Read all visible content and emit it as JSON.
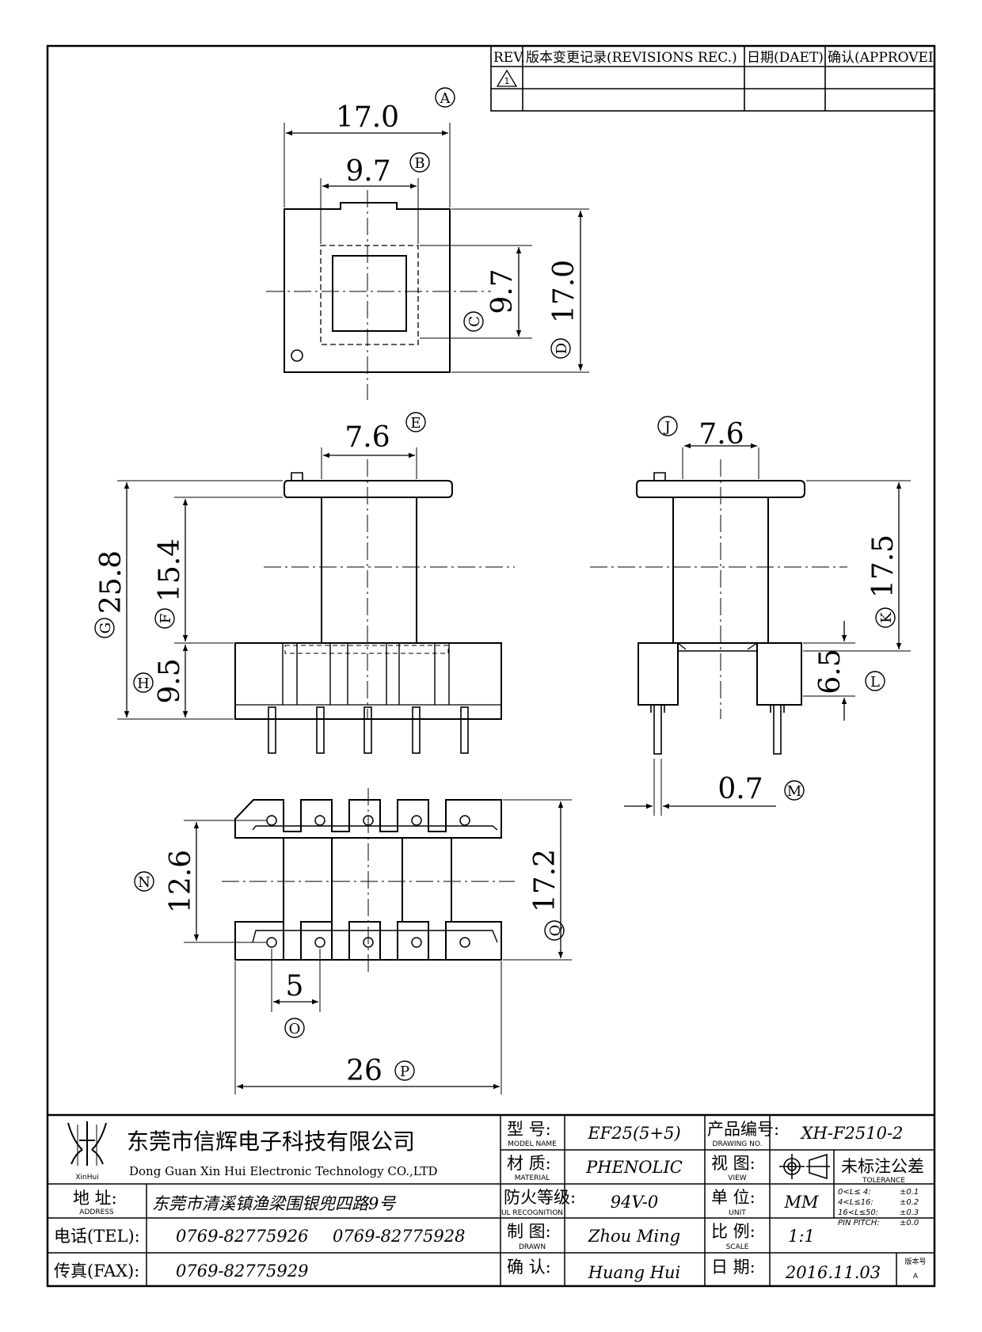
{
  "revision_table": {
    "rev_header": "REV.",
    "record_header": "版本变更记录(REVISIONS REC.)",
    "date_header": "日期(DAET)",
    "approve_header": "确认(APPROVEI",
    "rev_mark": "1"
  },
  "dimensions": {
    "top_width": "17.0",
    "top_width_tag": "A",
    "top_inner_width": "9.7",
    "top_inner_width_tag": "B",
    "top_inner_height": "9.7",
    "top_inner_height_tag": "C",
    "top_height": "17.0",
    "top_height_tag": "D",
    "front_core_width": "7.6",
    "front_core_width_tag": "E",
    "front_winding_height": "15.4",
    "front_winding_height_tag": "F",
    "front_total_height": "25.8",
    "front_total_height_tag": "G",
    "front_base_height": "9.5",
    "front_base_height_tag": "H",
    "side_core_width": "7.6",
    "side_core_width_tag": "J",
    "side_winding_height": "17.5",
    "side_winding_height_tag": "K",
    "side_base_height": "6.5",
    "side_base_height_tag": "L",
    "pin_diameter": "0.7",
    "pin_diameter_tag": "M",
    "bottom_row_spacing": "12.6",
    "bottom_row_spacing_tag": "N",
    "bottom_pin_pitch": "5",
    "bottom_pin_pitch_tag": "O",
    "bottom_total_width": "26",
    "bottom_total_width_tag": "P",
    "bottom_total_depth": "17.2",
    "bottom_total_depth_tag": "Q"
  },
  "title_block": {
    "company_cn": "东莞市信辉电子科技有限公司",
    "company_en": "Dong Guan Xin Hui Electronic Technology CO.,LTD",
    "logo_text": "XinHui",
    "address_label": "地  址:",
    "address_label_en": "ADDRESS",
    "address": "东莞市清溪镇渔梁围银兜四路9号",
    "tel_label": "电话(TEL):",
    "tel1": "0769-82775926",
    "tel2": "0769-82775928",
    "fax_label": "传真(FAX):",
    "fax": "0769-82775929",
    "model_label": "型  号:",
    "model_label_en": "MODEL NAME",
    "model": "EF25(5+5)",
    "material_label": "材  质:",
    "material_label_en": "MATERIAL",
    "material": "PHENOLIC",
    "ul_label": "防火等级:",
    "ul_label_en": "UL RECOGNITION",
    "ul": "94V-0",
    "drawn_label": "制  图:",
    "drawn_label_en": "DRAWN",
    "drawn": "Zhou Ming",
    "check_label": "确  认:",
    "check": "Huang Hui",
    "drawing_no_label": "产品编号:",
    "drawing_no_label_en": "DRAWING NO.",
    "drawing_no": "XH-F2510-2",
    "view_label": "视  图:",
    "view_label_en": "VIEW",
    "unit_label": "单  位:",
    "unit_label_en": "UNIT",
    "unit": "MM",
    "scale_label": "比  例:",
    "scale_label_en": "SCALE",
    "scale": "1:1",
    "date_label": "日  期:",
    "date": "2016.11.03",
    "tolerance_label": "未标注公差",
    "tolerance_label_en": "TOLERANCE",
    "tol1_range": "0<L≤ 4:",
    "tol1_val": "±0.1",
    "tol2_range": "4<L≤16:",
    "tol2_val": "±0.2",
    "tol3_range": "16<L≤50:",
    "tol3_val": "±0.3",
    "tol4_range": "PIN PITCH:",
    "tol4_val": "±0.0",
    "version_label": "版本号",
    "version": "A"
  }
}
